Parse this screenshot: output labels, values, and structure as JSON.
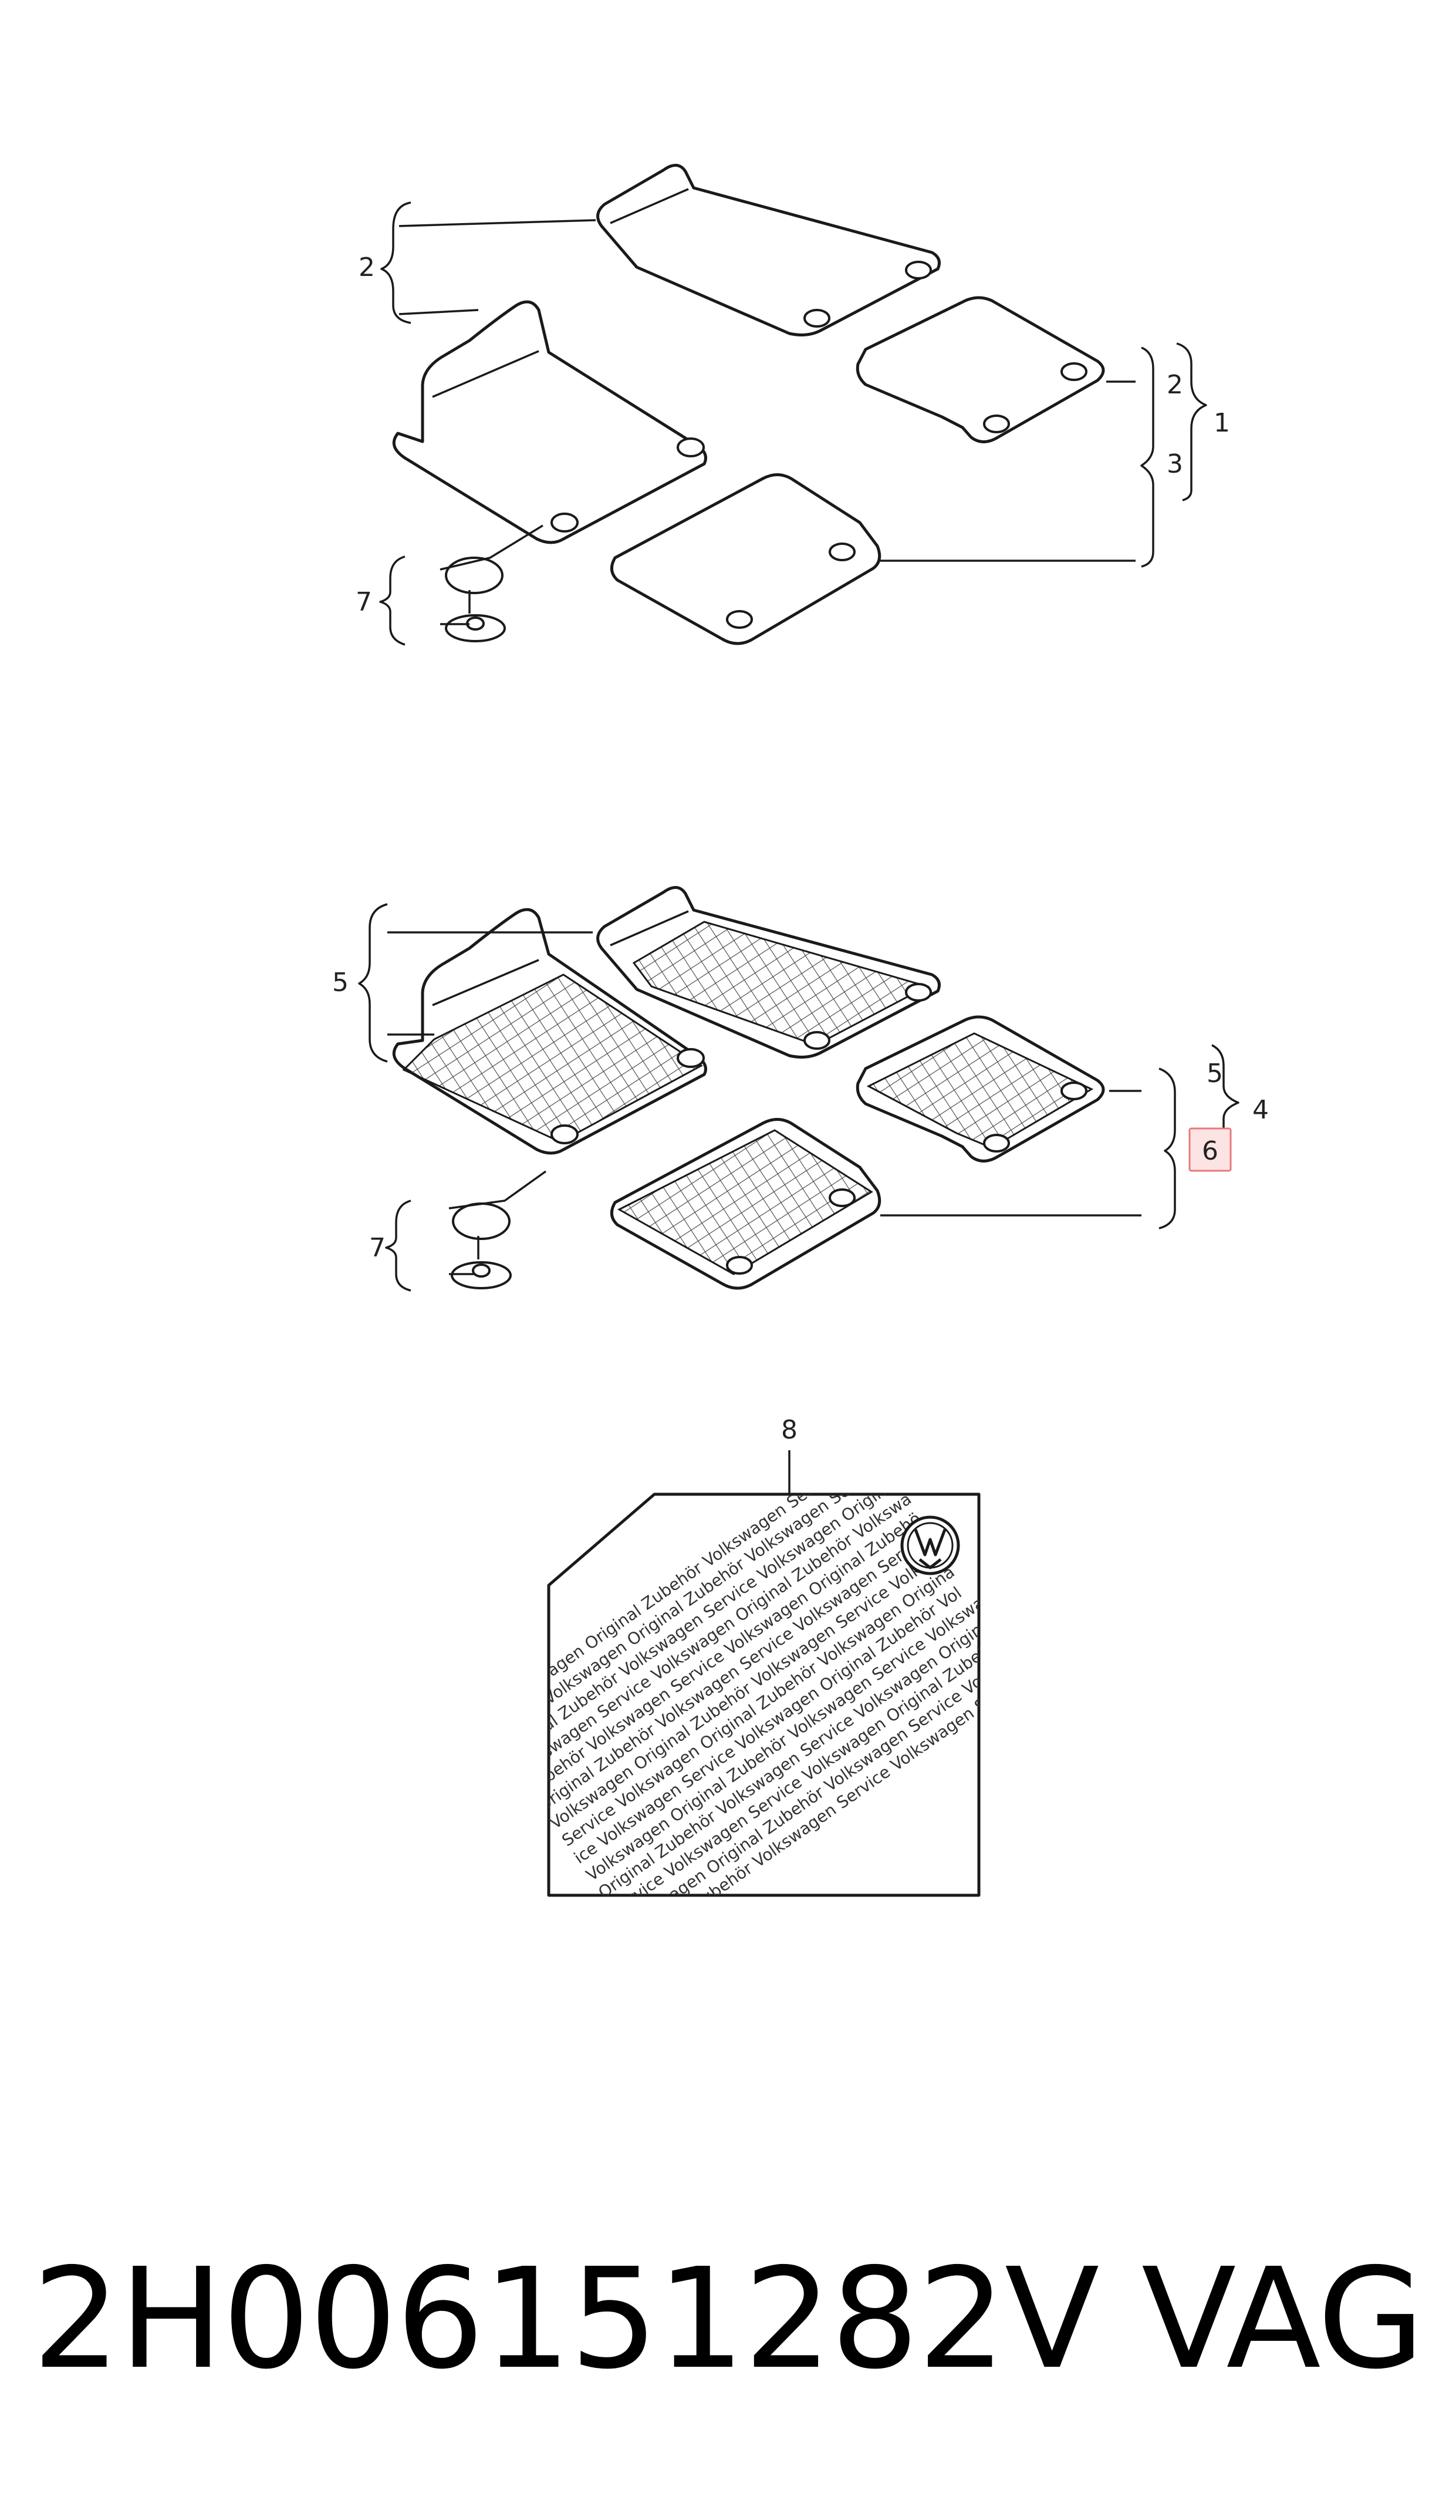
{
  "diagram_title": "",
  "callouts": {
    "rubber_set": {
      "front_pair": "2",
      "kit": "1",
      "front_rhs": "2",
      "rear_pair": "3",
      "clips": "7"
    },
    "textile_set": {
      "front_pair": "5",
      "kit": "4",
      "front_rhs": "5",
      "rear_pair_highlighted": "6",
      "clips": "7"
    },
    "label_card": "8"
  },
  "label_card_text": [
    "ice Volkswagen Original Zubehör Volkswagen Service Vo",
    "Service Volkswagen Original Zubehör Volkswagen Service",
    "Original Zubehör Volkswagen Service Volkswagen Origina",
    "Volkswagen Service Volkswagen Original Zubehör Volkswa",
    "Zubehör Volkswagen Service Volkswagen Original Zubehö",
    "Original Zubehör Volkswagen Service Volkswagen Service",
    "Volkswagen Original Zubehör Volkswagen Service Volkswa",
    "Service Volkswagen Original Zubehör Volkswagen Origina",
    "ice Volkswagen Service Volkswagen Original Zubehör Vol",
    "Volkswagen Original Zubehör Volkswagen Service Volkswa",
    "Original Zubehör Volkswagen Service Volkswagen Origina",
    "Service Volkswagen Service Volkswagen Original Zubehör",
    "Volkswagen Original Zubehör Volkswagen Service Volkswa",
    "Original Zubehör Volkswagen Service Volkswagen Service"
  ],
  "logo": "VW",
  "footer": {
    "part_number": "2H006151282V",
    "brand": "VAG"
  },
  "colors": {
    "line": "#1a1a1a",
    "highlight_fill": "#fde4e4",
    "highlight_stroke": "#e8787a"
  }
}
